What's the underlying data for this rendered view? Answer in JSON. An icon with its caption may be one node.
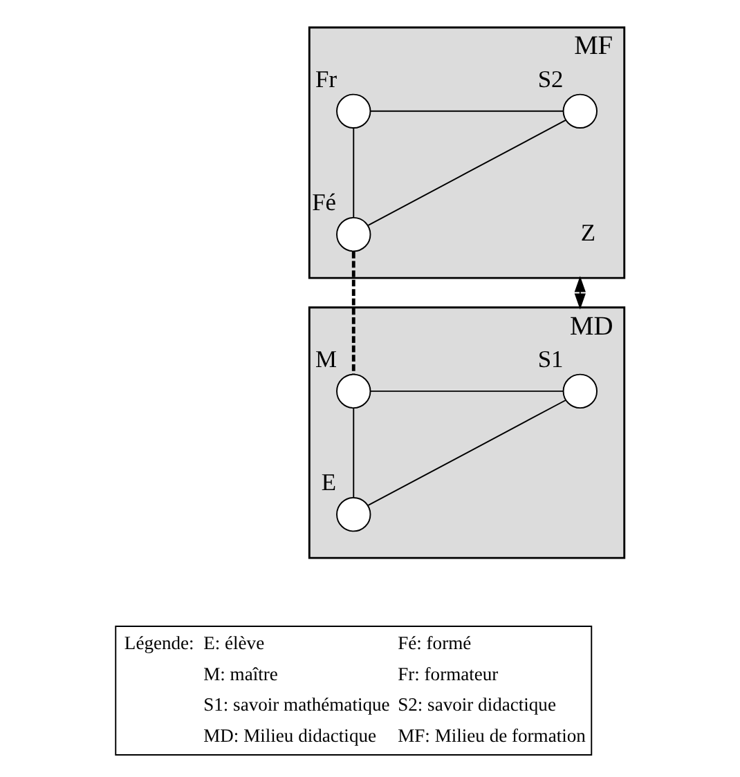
{
  "diagram": {
    "nodes": [
      {
        "text": [
          "MF"
        ]
      },
      {
        "text": [],
        "shape": "circle",
        "beside": [
          "S2"
        ],
        "in": 0
      },
      {
        "text": [],
        "shape": "circle",
        "beside": [
          "Fr"
        ],
        "in": 0
      },
      {
        "text": [],
        "shape": "circle",
        "beside": [
          "Fé"
        ],
        "in": 0
      },
      {
        "text": [
          "MD"
        ]
      },
      {
        "text": [],
        "shape": "circle",
        "beside": [
          "S1"
        ],
        "in": 4
      },
      {
        "text": [],
        "shape": "circle",
        "beside": [
          "M"
        ],
        "in": 4
      },
      {
        "text": [],
        "shape": "circle",
        "beside": [
          "E"
        ],
        "in": 4
      }
    ],
    "edges": [
      {
        "from": 1,
        "to": 2,
        "arrow": "none"
      },
      {
        "from": 1,
        "to": 3,
        "arrow": "none"
      },
      {
        "from": 2,
        "to": 3,
        "arrow": "none"
      },
      {
        "from": 5,
        "to": 6,
        "arrow": "none"
      },
      {
        "from": 5,
        "to": 7,
        "arrow": "none"
      },
      {
        "from": 6,
        "to": 7,
        "arrow": "none"
      },
      {
        "from": 3,
        "to": 6,
        "arrow": "none",
        "style": "dashed"
      },
      {
        "from": 0,
        "to": 4,
        "arrow": "both",
        "label": "Z"
      }
    ],
    "labels": [
      "Légende:",
      "E: élève",
      "Fé: formé",
      "M: maître",
      "Fr: formateur",
      "S1: savoir mathématique",
      "S2: savoir didactique",
      "MD: Milieu didactique",
      "MF: Milieu de formation"
    ]
  }
}
